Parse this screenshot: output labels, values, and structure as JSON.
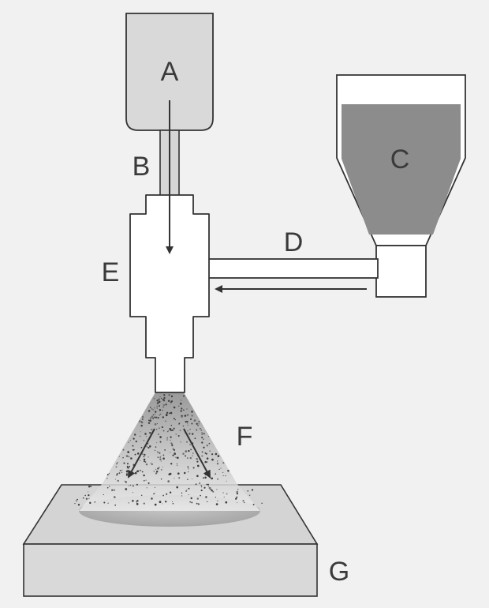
{
  "labels": {
    "a": "A",
    "b": "B",
    "c": "C",
    "d": "D",
    "e": "E",
    "f": "F",
    "g": "G"
  },
  "colors": {
    "background": "#f1f1f1",
    "outline": "#333333",
    "tank_fill": "#d9d9d9",
    "hopper_powder": "#8c8c8c",
    "body_fill": "#ffffff",
    "substrate_top": "#d4d4d4",
    "substrate_front": "#d9d9d9",
    "deposit": "#b3b3b3",
    "arrow": "#333333",
    "label_text": "#3a3a3a"
  },
  "icons": {
    "spray_cone": "particle-spray",
    "flow_arrows": "arrow-icon"
  }
}
